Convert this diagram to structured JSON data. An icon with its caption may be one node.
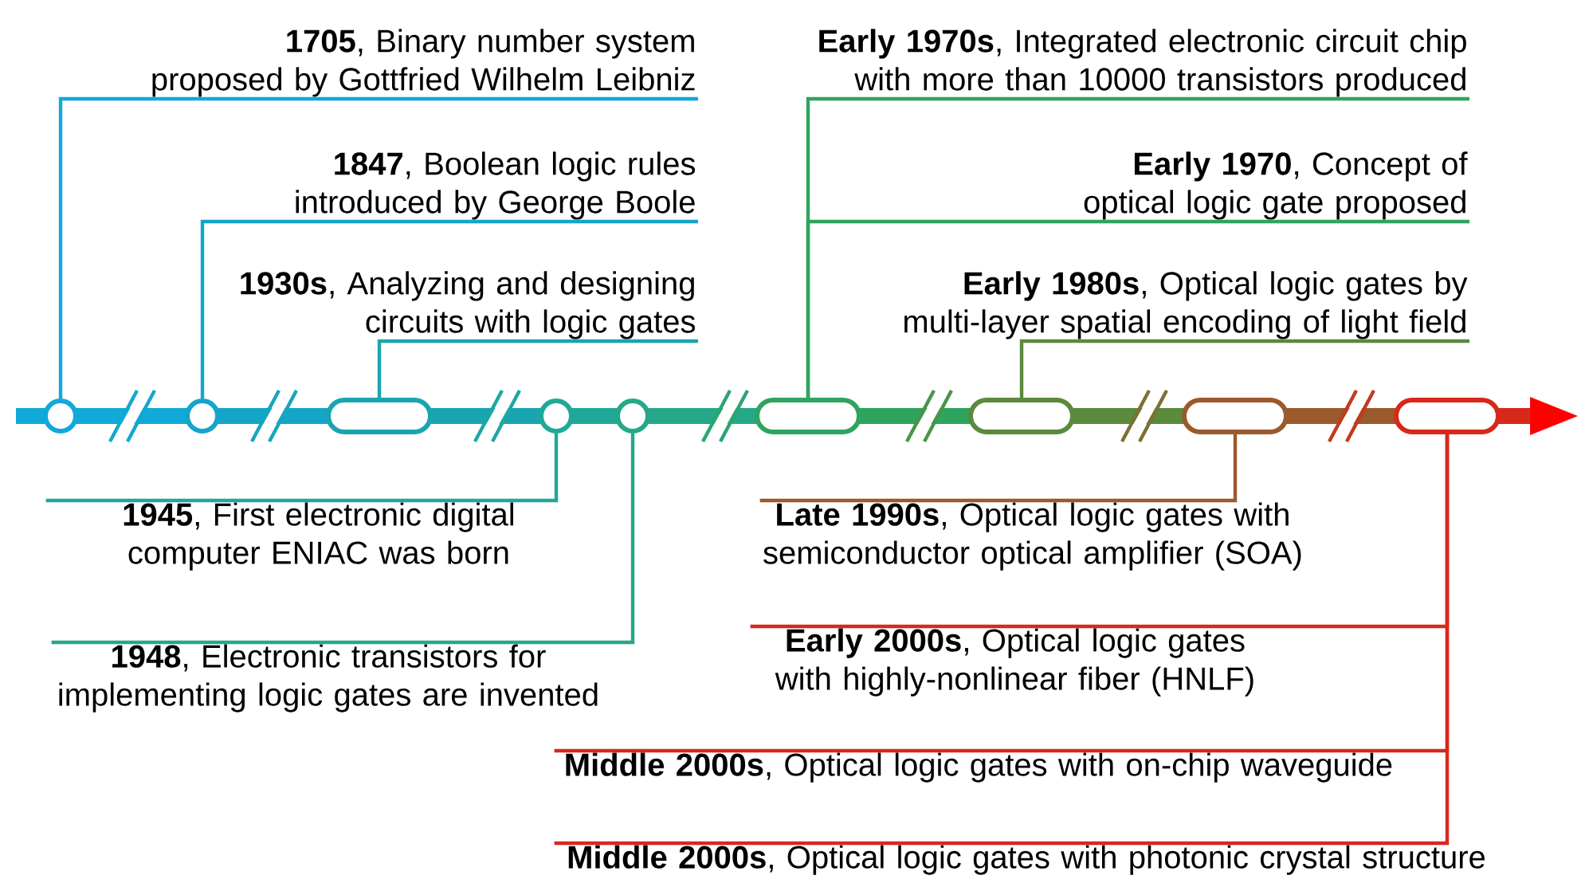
{
  "diagram": {
    "nodes": [
      {
        "text": [],
        "shape": "circle"
      },
      {
        "text": [],
        "shape": "circle"
      },
      {
        "text": [],
        "shape": "pill"
      },
      {
        "text": [],
        "shape": "circle"
      },
      {
        "text": [],
        "shape": "circle"
      },
      {
        "text": [],
        "shape": "pill"
      },
      {
        "text": [],
        "shape": "pill"
      },
      {
        "text": [],
        "shape": "pill"
      },
      {
        "text": [],
        "shape": "pill"
      },
      {
        "text": [
          "**1705**, Binary number system proposed by Gottfried Wilhelm Leibniz"
        ]
      },
      {
        "text": [
          "**1847**, Boolean logic rules introduced by George Boole"
        ]
      },
      {
        "text": [
          "**1930s**, Analyzing and designing circuits with logic gates"
        ]
      },
      {
        "text": [
          "**1945**, First electronic digital computer ENIAC was born"
        ]
      },
      {
        "text": [
          "**1948**, Electronic transistors for implementing logic gates are invented"
        ]
      },
      {
        "text": [
          "**Early 1970s**, Integrated electronic circuit chip with more than 10000 transistors produced"
        ]
      },
      {
        "text": [
          "**Early 1970**, Concept of optical logic gate proposed"
        ]
      },
      {
        "text": [
          "**Early 1980s**, Optical logic gates by multi-layer spatial encoding of light field"
        ]
      },
      {
        "text": [
          "**Late 1990s**, Optical logic gates with semiconductor optical amplifier (SOA)"
        ]
      },
      {
        "text": [
          "**Early 2000s**, Optical logic gates with highly-nonlinear fiber (HNLF)"
        ]
      },
      {
        "text": [
          "**Middle 2000s**, Optical logic gates with on-chip waveguide"
        ]
      },
      {
        "text": [
          "**Middle 2000s**, Optical logic gates with photonic crystal structure"
        ]
      }
    ],
    "edges": [
      {
        "from": 0,
        "to": 9,
        "arrow": "none",
        "color": "#10a9d8"
      },
      {
        "from": 1,
        "to": 10,
        "arrow": "none",
        "color": "#14a5c9"
      },
      {
        "from": 2,
        "to": 11,
        "arrow": "none",
        "color": "#19a5b0"
      },
      {
        "from": 3,
        "to": 12,
        "arrow": "none",
        "color": "#20a898"
      },
      {
        "from": 4,
        "to": 13,
        "arrow": "none",
        "color": "#25a888"
      },
      {
        "from": 5,
        "to": 14,
        "arrow": "none",
        "color": "#2ea45e"
      },
      {
        "from": 5,
        "to": 15,
        "arrow": "none",
        "color": "#2ea45e"
      },
      {
        "from": 6,
        "to": 16,
        "arrow": "none",
        "color": "#5a8a3c"
      },
      {
        "from": 7,
        "to": 17,
        "arrow": "none",
        "color": "#9a5a2a"
      },
      {
        "from": 8,
        "to": 18,
        "arrow": "none",
        "color": "#d8281c"
      },
      {
        "from": 8,
        "to": 19,
        "arrow": "none",
        "color": "#d8281c"
      },
      {
        "from": 8,
        "to": 20,
        "arrow": "none",
        "color": "#d8281c"
      }
    ]
  }
}
